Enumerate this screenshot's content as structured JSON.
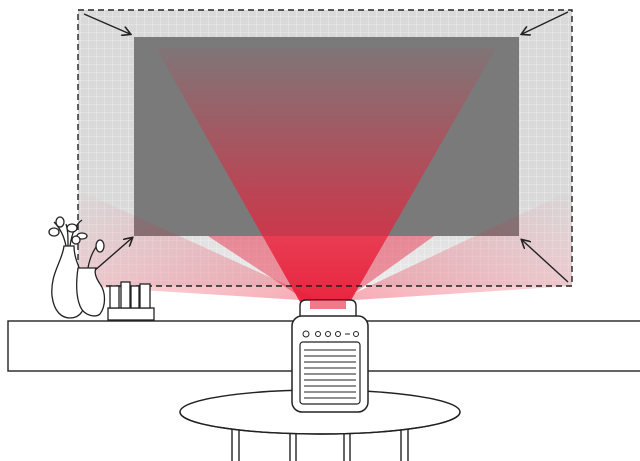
{
  "diagram": {
    "subject": "projector-keystone-correction",
    "icons": [
      "wall-projection-area",
      "corrected-screen",
      "projection-beam",
      "corner-adjust-arrow",
      "projector",
      "vase",
      "books",
      "shelf",
      "table"
    ],
    "colors": {
      "beam_red": "#e8203a",
      "screen_gray": "#7a7a7a",
      "outline": "#222222",
      "wall_gray": "#d4d4d4"
    }
  }
}
